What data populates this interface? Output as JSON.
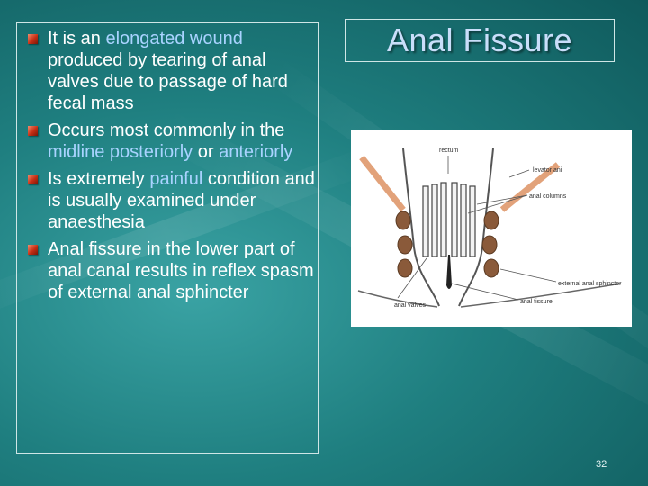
{
  "title": "Anal Fissure",
  "bullets": [
    {
      "segments": [
        {
          "text": "It is an ",
          "hl": false
        },
        {
          "text": "elongated wound",
          "hl": true
        },
        {
          "text": " produced by tearing of anal valves due to passage of hard fecal mass",
          "hl": false
        }
      ]
    },
    {
      "segments": [
        {
          "text": "Occurs most commonly in the ",
          "hl": false
        },
        {
          "text": "midline posteriorly",
          "hl": true
        },
        {
          "text": " or ",
          "hl": false
        },
        {
          "text": "anteriorly",
          "hl": true
        }
      ]
    },
    {
      "segments": [
        {
          "text": "Is extremely ",
          "hl": false
        },
        {
          "text": "painful",
          "hl": true
        },
        {
          "text": " condition and is usually examined under anaesthesia",
          "hl": false
        }
      ]
    },
    {
      "segments": [
        {
          "text": "Anal fissure in the lower part of anal canal results in reflex spasm of external anal sphincter",
          "hl": false
        }
      ]
    }
  ],
  "diagram": {
    "labels": {
      "rectum": "rectum",
      "levator_ani": "levator ani",
      "anal_columns": "anal columns",
      "external_anal_sphincter": "external anal sphincter",
      "anal_fissure": "anal fissure",
      "anal_valves": "anal valves"
    }
  },
  "slide_number": "32",
  "colors": {
    "highlight": "#a9d3ff",
    "bullet": "#c42e14",
    "title": "#c9defa"
  }
}
